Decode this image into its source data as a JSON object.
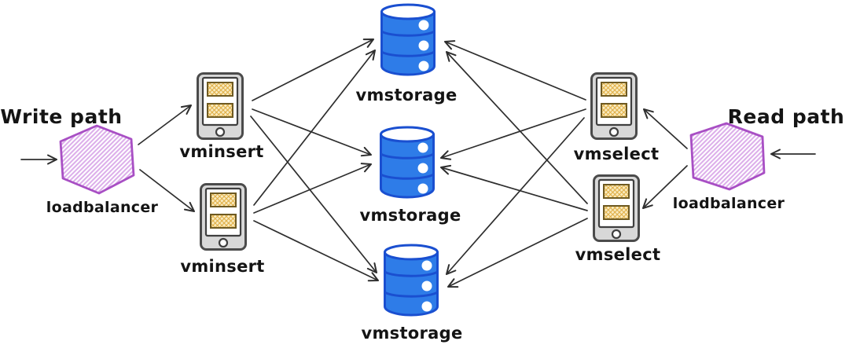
{
  "diagram": {
    "write_path": {
      "title": "Write path",
      "loadbalancer": "loadbalancer",
      "inserters": [
        {
          "label": "vminsert"
        },
        {
          "label": "vminsert"
        }
      ]
    },
    "storage": {
      "nodes": [
        {
          "label": "vmstorage"
        },
        {
          "label": "vmstorage"
        },
        {
          "label": "vmstorage"
        }
      ]
    },
    "read_path": {
      "title": "Read path",
      "loadbalancer": "loadbalancer",
      "selectors": [
        {
          "label": "vmselect"
        },
        {
          "label": "vmselect"
        }
      ]
    },
    "edges": [
      {
        "from": "external-write",
        "to": "write-loadbalancer"
      },
      {
        "from": "write-loadbalancer",
        "to": "vminsert-1"
      },
      {
        "from": "write-loadbalancer",
        "to": "vminsert-2"
      },
      {
        "from": "vminsert-1",
        "to": "vmstorage-1"
      },
      {
        "from": "vminsert-1",
        "to": "vmstorage-2"
      },
      {
        "from": "vminsert-1",
        "to": "vmstorage-3"
      },
      {
        "from": "vminsert-2",
        "to": "vmstorage-1"
      },
      {
        "from": "vminsert-2",
        "to": "vmstorage-2"
      },
      {
        "from": "vminsert-2",
        "to": "vmstorage-3"
      },
      {
        "from": "vmselect-1",
        "to": "vmstorage-1"
      },
      {
        "from": "vmselect-1",
        "to": "vmstorage-2"
      },
      {
        "from": "vmselect-1",
        "to": "vmstorage-3"
      },
      {
        "from": "vmselect-2",
        "to": "vmstorage-1"
      },
      {
        "from": "vmselect-2",
        "to": "vmstorage-2"
      },
      {
        "from": "vmselect-2",
        "to": "vmstorage-3"
      },
      {
        "from": "read-loadbalancer",
        "to": "vmselect-1"
      },
      {
        "from": "read-loadbalancer",
        "to": "vmselect-2"
      },
      {
        "from": "external-read",
        "to": "read-loadbalancer"
      }
    ]
  },
  "colors": {
    "background": "#ffffff",
    "text": "#141414",
    "arrow": "#2e2e2e",
    "storage_fill": "#2e7ce8",
    "storage_stroke": "#1a4fd0",
    "loadbalancer_stroke": "#a84fc4",
    "loadbalancer_hatch": "#dcaeea",
    "device_fill": "#d8d8d8",
    "device_stroke": "#4b4b4b",
    "card_fill": "#f9ecc2",
    "card_hatch": "#e0ae45",
    "card_stroke": "#6e5a22"
  }
}
